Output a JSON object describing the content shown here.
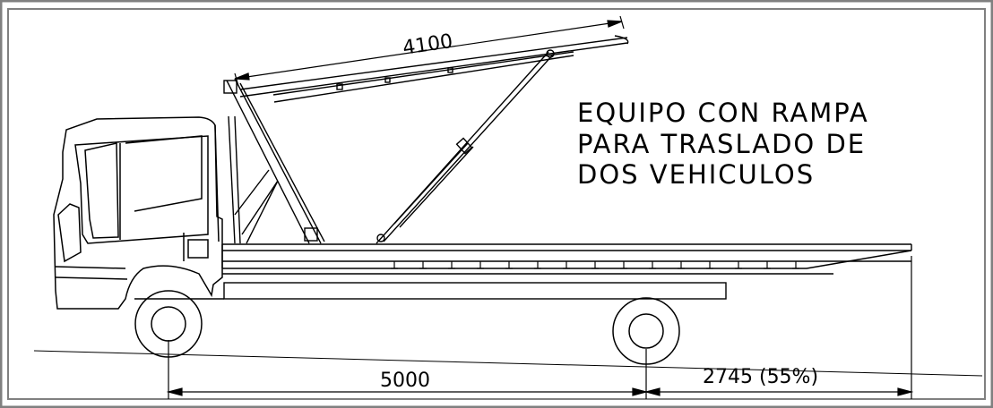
{
  "drawing": {
    "title_lines": [
      "EQUIPO CON RAMPA",
      "PARA TRASLADO DE",
      "DOS VEHICULOS"
    ],
    "dimensions": {
      "ramp_length": "4100",
      "wheelbase": "5000",
      "rear_overhang": "2745 (55%)"
    },
    "colors": {
      "frame": "#808080",
      "line": "#000000",
      "background": "#ffffff"
    }
  }
}
